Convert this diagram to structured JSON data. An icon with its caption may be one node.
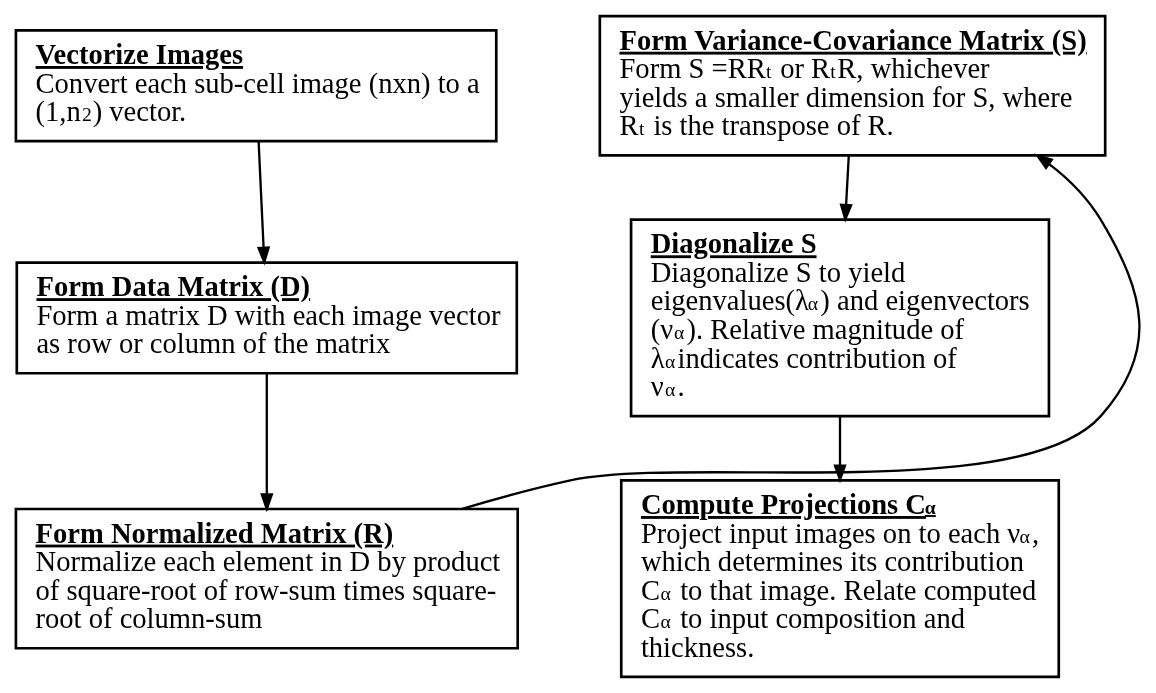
{
  "diagram": {
    "nodes": [
      {
        "text": [
          "Vectorize Images",
          "Convert each sub-cell image (nxn) to a (1,n$^{2}$) vector."
        ]
      },
      {
        "text": [
          "Form Data Matrix (D)",
          "Form a matrix D with each image vector as row or column of the matrix"
        ]
      },
      {
        "text": [
          "Form Normalized Matrix (R)",
          "Normalize each element in D by product of square-root of row-sum times square-root of column-sum"
        ]
      },
      {
        "text": [
          "Form Variance-Covariance Matrix (S)",
          "Form S =RR$^{t}$ or R$^{t}$R, whichever yields a smaller dimension for S, where R$^{t}$ is the transpose of R."
        ]
      },
      {
        "text": [
          "Diagonalize S",
          "Diagonalize S to yield eigenvalues(λ$_{α}$) and eigenvectors (ν$_{α}$). Relative magnitude of λ$_{α}$indicates contribution of ν$_{α}$."
        ]
      },
      {
        "text": [
          "Compute Projections C$_{α}$",
          "Project input images on to each ν$_{α}$, which determines its contribution C$_{α}$ to that image. Relate computed C$_{α}$ to input composition and thickness."
        ]
      }
    ],
    "edges": [
      {
        "from": 0,
        "to": 1,
        "arrow": "to"
      },
      {
        "from": 1,
        "to": 2,
        "arrow": "to"
      },
      {
        "from": 2,
        "to": 3,
        "arrow": "to"
      },
      {
        "from": 3,
        "to": 4,
        "arrow": "to"
      },
      {
        "from": 4,
        "to": 5,
        "arrow": "to"
      }
    ]
  }
}
